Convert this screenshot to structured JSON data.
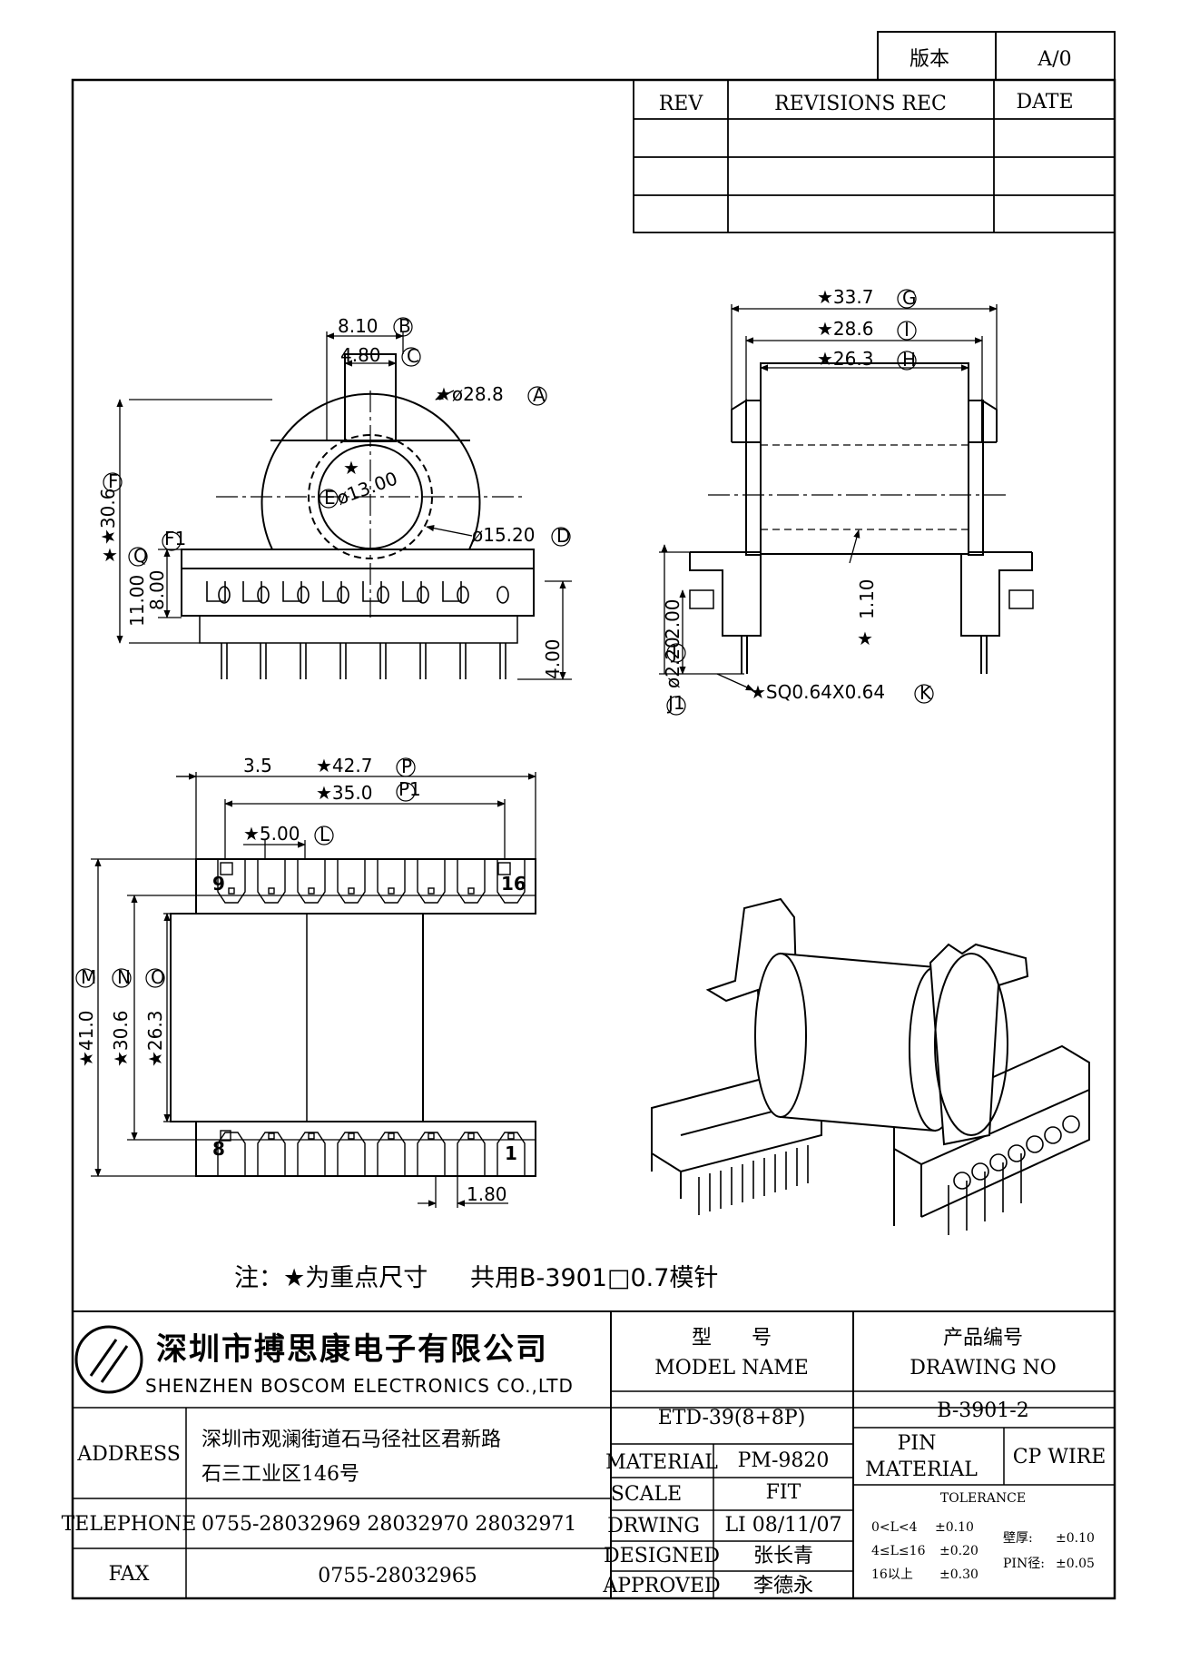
{
  "version_box": {
    "label": "版本",
    "value": "A/0"
  },
  "revisions": {
    "rev": "REV",
    "rec": "REVISIONS REC",
    "date": "DATE"
  },
  "front_view": {
    "dim_b": "8.10",
    "tag_b": "B",
    "dim_c": "4.80",
    "tag_c": "C",
    "dim_a": "★ø28.8",
    "tag_a": "A",
    "dim_e": "ø13.00",
    "tag_e": "E",
    "dim_d": "ø15.20",
    "tag_d": "D",
    "dim_f": "★30.6",
    "tag_f": "F",
    "tag_f1": "F1",
    "dim_q": "★",
    "tag_q": "Q",
    "dim_11": "11.00",
    "dim_8": "8.00",
    "dim_4": "4.00",
    "star": "★"
  },
  "side_view": {
    "dim_g": "★33.7",
    "tag_g": "G",
    "dim_i": "★28.6",
    "tag_i": "I",
    "dim_h": "★26.3",
    "tag_h": "H",
    "dim_110": "1.10",
    "dim_200": "2.00",
    "dim_220": "ø2.20",
    "tag_j": "J",
    "tag_j1": "J1",
    "dim_k": "★SQ0.64X0.64",
    "tag_k": "K",
    "star": "★"
  },
  "bottom_view": {
    "dim_35": "3.5",
    "dim_p": "★42.7",
    "tag_p": "P",
    "dim_p1": "★35.0",
    "tag_p1": "P1",
    "dim_l": "★5.00",
    "tag_l": "L",
    "dim_m": "★41.0",
    "tag_m": "M",
    "dim_n": "★30.6",
    "tag_n": "N",
    "dim_o": "★26.3",
    "tag_o": "O",
    "dim_180": "1.80",
    "pin_9": "9",
    "pin_16": "16",
    "pin_8": "8",
    "pin_1": "1"
  },
  "note": {
    "text_a": "注：★为重点尺寸",
    "text_b": "共用B-3901□0.7模针"
  },
  "company": {
    "name_cn": "深圳市搏思康电子有限公司",
    "name_en": "SHENZHEN BOSCOM ELECTRONICS CO.,LTD"
  },
  "title_block": {
    "model_label_cn": "型　　号",
    "model_label_en": "MODEL NAME",
    "drawing_label_cn": "产品编号",
    "drawing_label_en": "DRAWING NO",
    "model_value": "ETD-39(8+8P)",
    "drawing_value": "B-3901-2",
    "address_label": "ADDRESS",
    "address_line1": "深圳市观澜街道石马径社区君新路",
    "address_line2": "石三工业区146号",
    "telephone_label": "TELEPHONE",
    "telephone_value": "0755-28032969 28032970 28032971",
    "fax_label": "FAX",
    "fax_value": "0755-28032965",
    "material_label": "MATERIAL",
    "material_value": "PM-9820",
    "scale_label": "SCALE",
    "scale_value": "FIT",
    "drwing_label": "DRWING",
    "drwing_value": "LI 08/11/07",
    "designed_label": "DESIGNED",
    "designed_value": "张长青",
    "approved_label": "APPROVED",
    "approved_value": "李德永",
    "pin_label1": "PIN",
    "pin_label2": "MATERIAL",
    "pin_value": "CP WIRE",
    "tolerance_label": "TOLERANCE",
    "tol_1a": "0<L<4",
    "tol_1b": "±0.10",
    "tol_2a": "4≤L≤16",
    "tol_2b": "±0.20",
    "tol_3a": "16以上",
    "tol_3b": "±0.30",
    "wall_a": "壁厚:",
    "wall_b": "±0.10",
    "pind_a": "PIN径:",
    "pind_b": "±0.05"
  }
}
